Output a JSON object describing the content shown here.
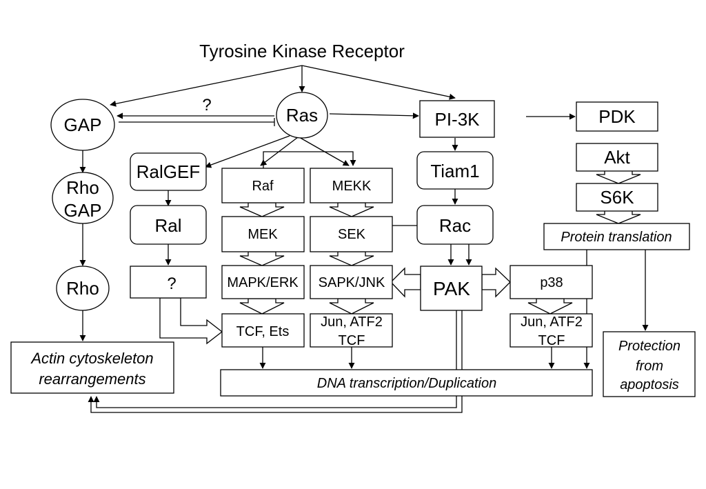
{
  "title": "Tyrosine Kinase Receptor",
  "nodes": {
    "gap": "GAP",
    "ras": "Ras",
    "pi3k": "PI-3K",
    "pdk": "PDK",
    "akt": "Akt",
    "s6k": "S6K",
    "ralgef": "RalGEF",
    "raf": "Raf",
    "mekk": "MEKK",
    "tiam1": "Tiam1",
    "rho_gap_line1": "Rho",
    "rho_gap_line2": "GAP",
    "ral": "Ral",
    "mek": "MEK",
    "sek": "SEK",
    "rac": "Rac",
    "protein_translation": "Protein translation",
    "rho": "Rho",
    "ral_unknown_target": "?",
    "mapk_erk": "MAPK/ERK",
    "sapk_jnk": "SAPK/JNK",
    "pak": "PAK",
    "p38": "p38",
    "tcf_ets": "TCF, Ets",
    "jun_atf2_tcf_1_line1": "Jun, ATF2",
    "jun_atf2_tcf_1_line2": "TCF",
    "jun_atf2_tcf_2_line1": "Jun, ATF2",
    "jun_atf2_tcf_2_line2": "TCF",
    "actin_line1": "Actin cytoskeleton",
    "actin_line2": "rearrangements",
    "dna_transcription": "DNA transcription/Duplication",
    "protection_line1": "Protection",
    "protection_line2": "from",
    "protection_line3": "apoptosis"
  },
  "edge_labels": {
    "ras_gap_question": "?"
  }
}
